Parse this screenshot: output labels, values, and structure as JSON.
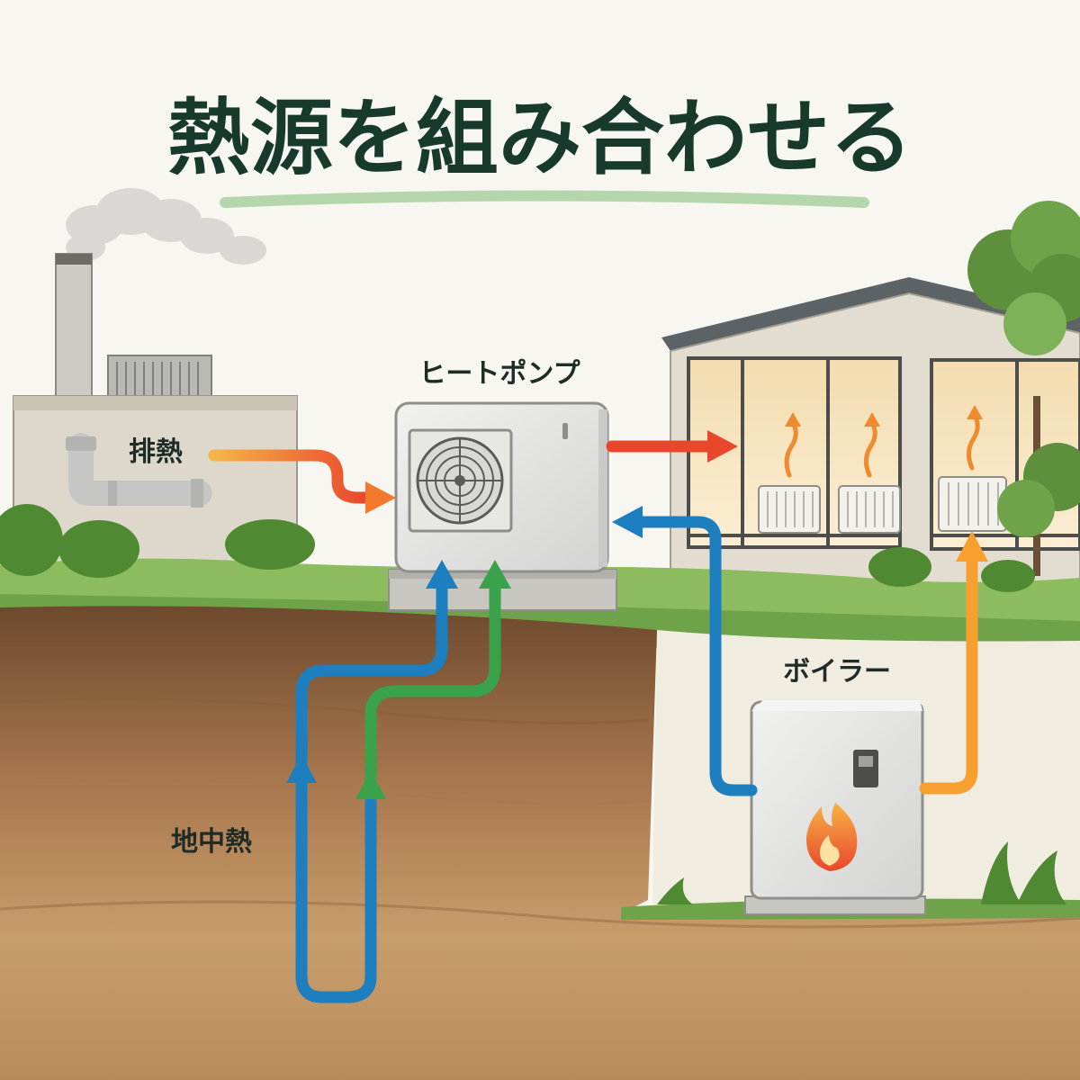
{
  "title": "熱源を組み合わせる",
  "labels": {
    "exhaust_heat": "排熱",
    "heat_pump": "ヒートポンプ",
    "boiler": "ボイラー",
    "geothermal": "地中熱"
  },
  "colors": {
    "title_text": "#173a2c",
    "title_underline": "#a9cfa1",
    "hot_flow": "#e8472b",
    "warm_flow": "#f7921e",
    "cool_flow": "#1d7fc0",
    "ground_flow": "#3aa24a",
    "soil_top": "#7a5233",
    "soil_bottom": "#cfa677",
    "grass": "#6fa34a"
  },
  "icons": {
    "fan": "fan-icon",
    "flame": "flame-icon",
    "heat_rise": "heat-rise-arrow-icon"
  }
}
